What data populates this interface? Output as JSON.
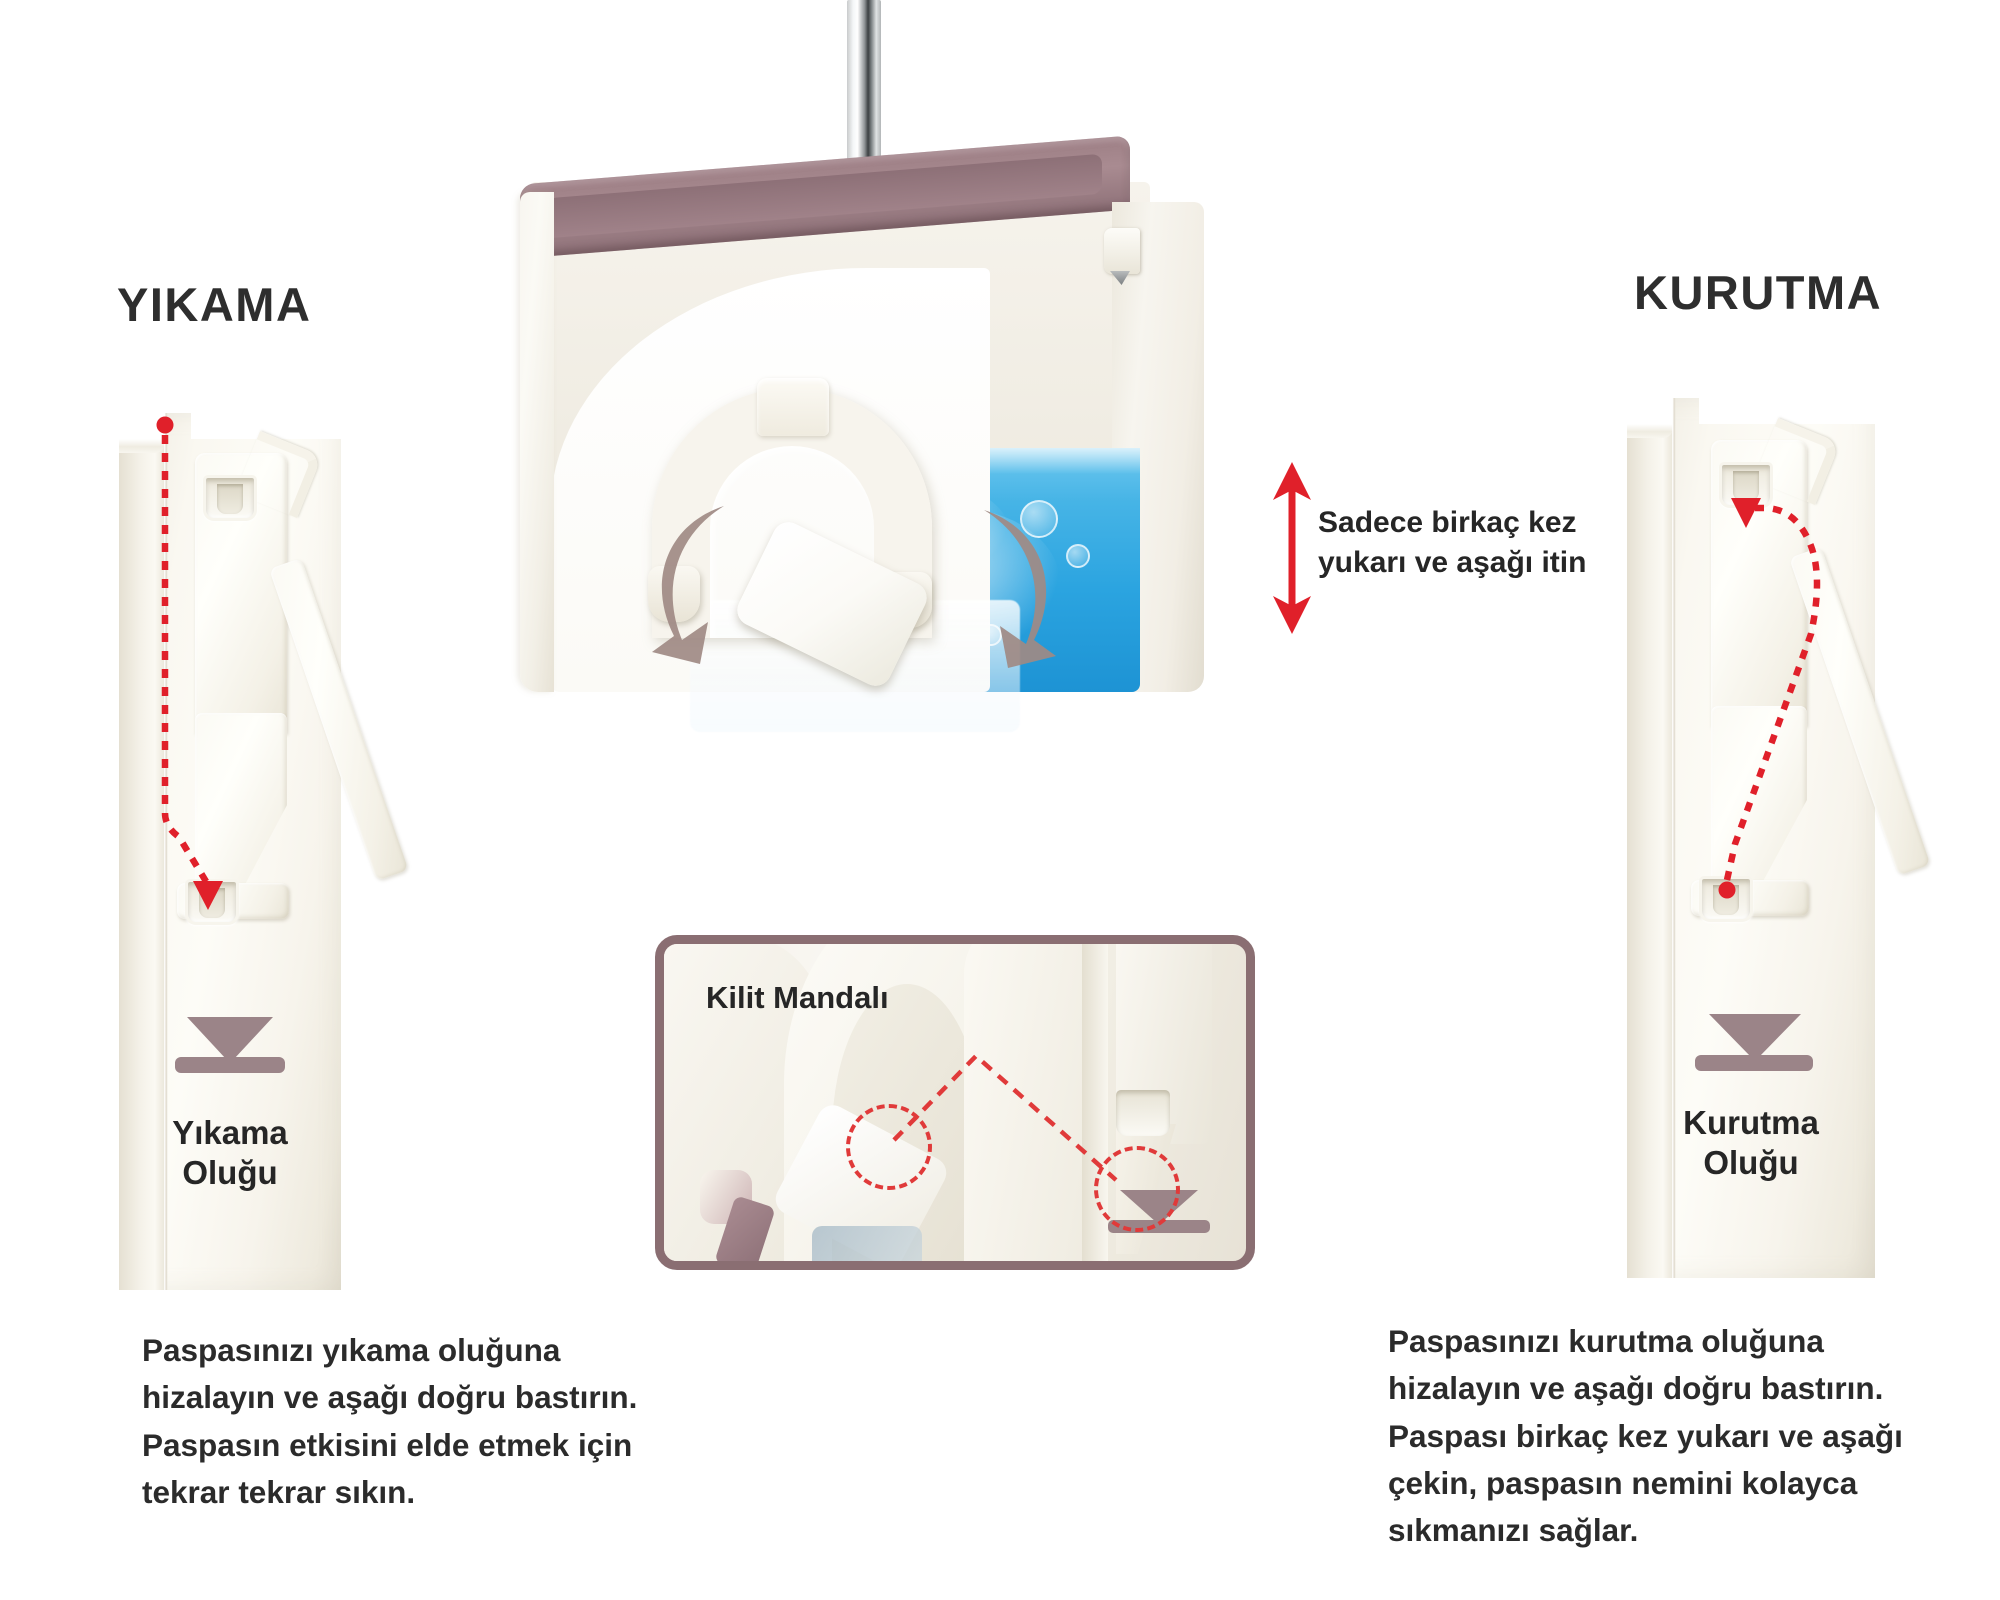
{
  "page": {
    "language": "tr",
    "background_color": "#ffffff"
  },
  "colors": {
    "heading_text": "#2e2e2e",
    "body_text": "#2b2b2b",
    "accent_red": "#e0202a",
    "dashed_red": "#e03a3a",
    "mauve_border": "#8a6e72",
    "mauve_glyph": "#9b8488",
    "bucket_rim_mauve": "#a08289",
    "plastic_cream": "#f7f4ec",
    "water_blue": "#2ba4e0",
    "water_light_blue": "#6ec8ef",
    "pole_chrome": "#b2b6b7"
  },
  "sections": {
    "wash": {
      "heading": "YIKAMA",
      "panel_caption_line1": "Yıkama",
      "panel_caption_line2": "Oluğu",
      "glyph_name": "funnel-slot-glyph",
      "path_marker_start": "red-dot",
      "path_marker_end": "red-arrowhead-down",
      "body": "Paspasınızı yıkama oluğuna hizalayın ve aşağı doğru bastırın. Paspasın etkisini elde etmek için tekrar tekrar sıkın."
    },
    "dry": {
      "heading": "KURUTMA",
      "panel_caption_line1": "Kurutma",
      "panel_caption_line2": "Oluğu",
      "glyph_name": "funnel-slot-glyph",
      "path_marker_start": "red-dot",
      "path_marker_end": "red-arrowhead-down",
      "body": "Paspasınızı kurutma oluğuna hizalayın ve aşağı doğru bastırın. Paspası birkaç kez yukarı ve aşağı çekin, paspasın nemini kolayca sıkmanızı sağlar."
    }
  },
  "center": {
    "push_note_line1": "Sadece birkaç kez",
    "push_note_line2": "yukarı ve aşağı itin",
    "push_arrow_name": "red-double-arrow-vertical",
    "scene_elements": [
      "mop-pole",
      "bucket",
      "water",
      "mop-head",
      "swirl-arrow-left",
      "swirl-arrow-right"
    ]
  },
  "inset": {
    "title": "Kilit Mandalı",
    "highlight_1": "lock-latch-on-mop-head",
    "highlight_2": "lock-latch-slot-on-bucket",
    "connector": "red-dashed-leader-line"
  }
}
